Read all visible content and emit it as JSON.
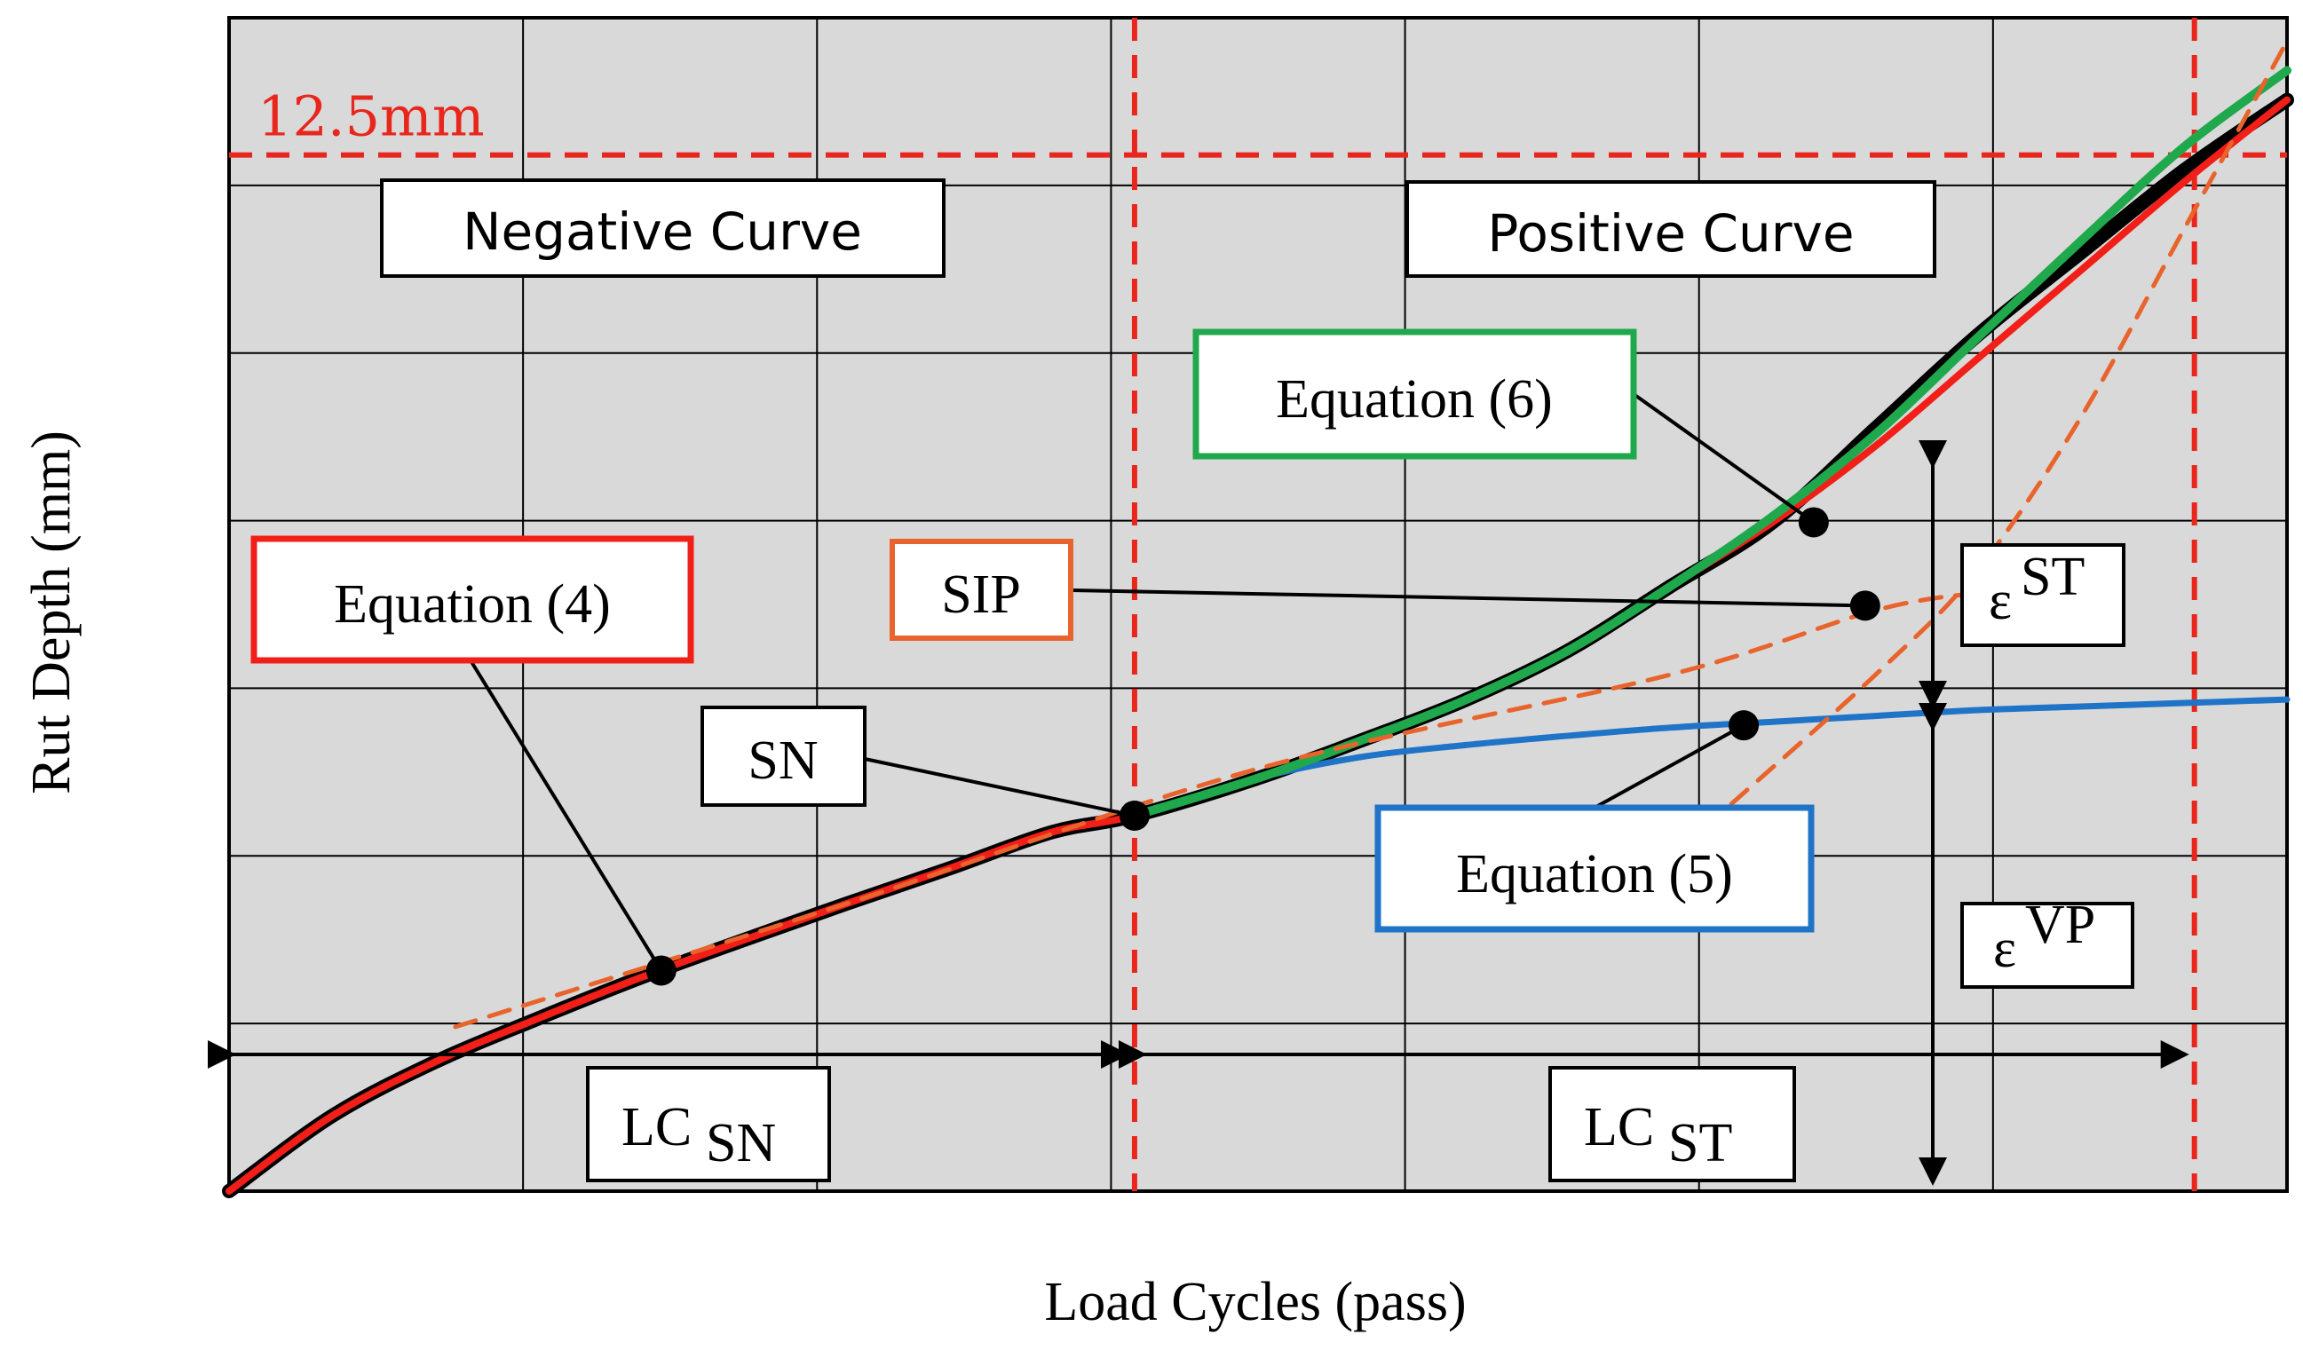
{
  "chart_data": {
    "type": "line",
    "title": "",
    "xlabel": "Load Cycles (pass)",
    "ylabel": "Rut Depth (mm)",
    "xlim": [
      0,
      1
    ],
    "ylim": [
      0,
      1
    ],
    "grid": true,
    "threshold": {
      "label": "12.5mm",
      "value": 0.883,
      "color": "#e8261c"
    },
    "regions": {
      "negative": "Negative Curve",
      "positive": "Positive Curve"
    },
    "vertical_markers": [
      0.44,
      0.955
    ],
    "series": [
      {
        "name": "",
        "color": "#000000",
        "x": [
          0,
          0.05,
          0.1,
          0.15,
          0.2,
          0.25,
          0.3,
          0.35,
          0.4,
          0.44,
          0.5,
          0.55,
          0.6,
          0.65,
          0.7,
          0.75,
          0.8,
          0.85,
          0.9,
          0.95,
          1.0
        ],
        "y": [
          0,
          0.064,
          0.11,
          0.147,
          0.182,
          0.214,
          0.245,
          0.275,
          0.306,
          0.32,
          0.352,
          0.384,
          0.418,
          0.46,
          0.515,
          0.57,
          0.65,
          0.73,
          0.8,
          0.87,
          0.93
        ]
      },
      {
        "name": "Equation (4)",
        "color": "#f21f18",
        "x": [
          0,
          0.05,
          0.1,
          0.15,
          0.2,
          0.25,
          0.3,
          0.35,
          0.4,
          0.44,
          0.5,
          0.55,
          0.6,
          0.65,
          0.7,
          0.75,
          0.8,
          0.85,
          0.9,
          0.95,
          1.0
        ],
        "y": [
          0,
          0.064,
          0.11,
          0.147,
          0.182,
          0.214,
          0.245,
          0.275,
          0.306,
          0.32,
          0.352,
          0.384,
          0.418,
          0.46,
          0.515,
          0.57,
          0.635,
          0.71,
          0.785,
          0.86,
          0.93
        ]
      },
      {
        "name": "Equation (5)",
        "color": "#1f74c7",
        "x": [
          0.44,
          0.5,
          0.55,
          0.6,
          0.65,
          0.7,
          0.75,
          0.8,
          0.85,
          0.9,
          0.95,
          1.0
        ],
        "y": [
          0.32,
          0.352,
          0.37,
          0.38,
          0.388,
          0.395,
          0.4,
          0.405,
          0.41,
          0.413,
          0.416,
          0.419
        ]
      },
      {
        "name": "Equation (6)",
        "color": "#20a84c",
        "x": [
          0.44,
          0.5,
          0.55,
          0.6,
          0.65,
          0.7,
          0.75,
          0.8,
          0.85,
          0.9,
          0.95,
          1.0
        ],
        "y": [
          0.32,
          0.352,
          0.384,
          0.418,
          0.46,
          0.515,
          0.575,
          0.645,
          0.728,
          0.81,
          0.89,
          0.955
        ]
      },
      {
        "name": "",
        "color": "#e8642c",
        "style": "dashed",
        "x": [
          0.11,
          0.3,
          0.5,
          0.7,
          0.8,
          0.85
        ],
        "y": [
          0.14,
          0.245,
          0.36,
          0.44,
          0.495,
          0.51
        ]
      },
      {
        "name": "",
        "color": "#e8642c",
        "style": "dashed",
        "x": [
          0.73,
          0.8,
          0.85,
          0.9,
          0.95,
          1.0
        ],
        "y": [
          0.33,
          0.44,
          0.53,
          0.66,
          0.82,
          0.98
        ]
      }
    ],
    "points": [
      {
        "name": "SN",
        "x": 0.44,
        "y": 0.32
      },
      {
        "name": "",
        "x": 0.21,
        "y": 0.188
      },
      {
        "name": "",
        "x": 0.77,
        "y": 0.57
      },
      {
        "name": "SIP",
        "x": 0.795,
        "y": 0.499
      },
      {
        "name": "",
        "x": 0.736,
        "y": 0.397
      }
    ],
    "annotations": {
      "eq4": "Equation (4)",
      "eq5": "Equation (5)",
      "eq6": "Equation (6)",
      "sip": "SIP",
      "sn": "SN",
      "lc_sn_main": "LC",
      "lc_sn_sub": "SN",
      "lc_st_main": "LC",
      "lc_st_sub": "ST",
      "eps_st_main": "ε",
      "eps_st_sup": "ST",
      "eps_vp_main": "ε",
      "eps_vp_sup": "VP"
    }
  }
}
